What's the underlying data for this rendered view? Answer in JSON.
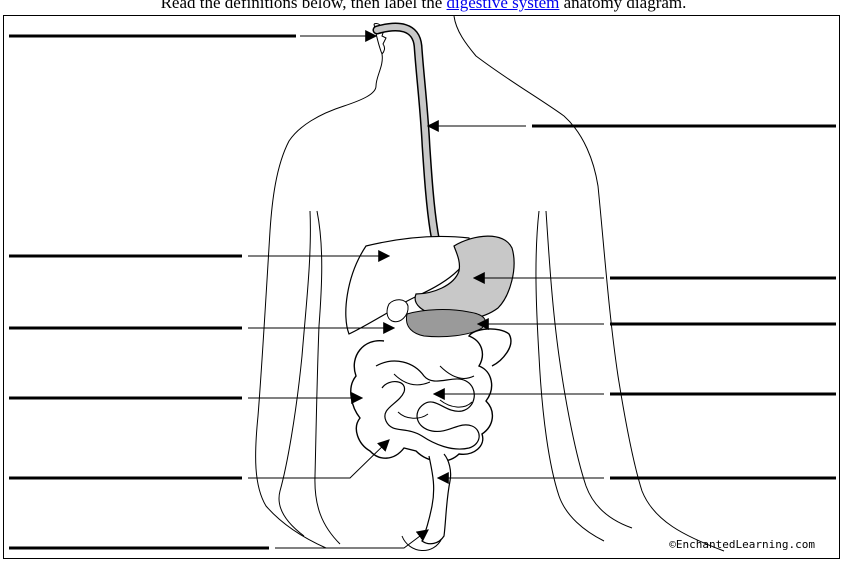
{
  "header": {
    "before": "Read the definitions below, then label the ",
    "link": "digestive system",
    "after": " anatomy diagram."
  },
  "figure": {
    "copyright": "©EnchantedLearning.com"
  },
  "colors": {
    "esophagus": "#c8c8c8",
    "stomach": "#c8c8c8",
    "pancreas": "#9a9a9a",
    "link": "#0000ee"
  }
}
